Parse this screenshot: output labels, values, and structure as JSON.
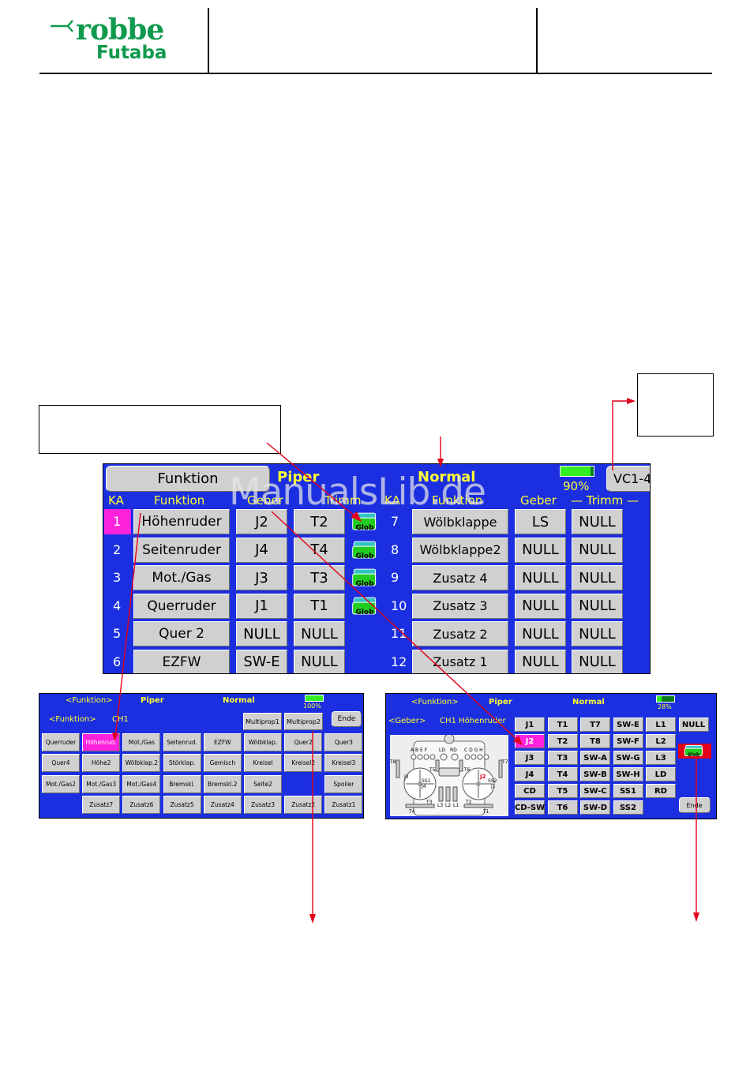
{
  "header": {
    "logo_main": "robbe",
    "logo_sub": "Futaba"
  },
  "watermark": "ManualsLib.de",
  "main_screen": {
    "funktion_button": "Funktion",
    "model_name": "Piper",
    "condition": "Normal",
    "battery": "90%",
    "battery_level": 0.9,
    "vc_button": "VC1-4",
    "headers": {
      "ka": "KA",
      "funktion": "Funktion",
      "geber": "Geber",
      "trimm": "Trimm",
      "ka2": "KA",
      "funktion2": "Funktion",
      "geber2": "Geber",
      "trimm2": "— Trimm —"
    },
    "rows": [
      {
        "ka": "1",
        "funktion": "Höhenruder",
        "geber": "J2",
        "trimm": "T2",
        "glob": "Glob",
        "ka2": "7",
        "funktion2": "Wölbklappe",
        "geber2": "LS",
        "trimm2": "NULL"
      },
      {
        "ka": "2",
        "funktion": "Seitenruder",
        "geber": "J4",
        "trimm": "T4",
        "glob": "Glob",
        "ka2": "8",
        "funktion2": "Wölbklappe2",
        "geber2": "NULL",
        "trimm2": "NULL"
      },
      {
        "ka": "3",
        "funktion": "Mot./Gas",
        "geber": "J3",
        "trimm": "T3",
        "glob": "Glob",
        "ka2": "9",
        "funktion2": "Zusatz 4",
        "geber2": "NULL",
        "trimm2": "NULL"
      },
      {
        "ka": "4",
        "funktion": "Querruder",
        "geber": "J1",
        "trimm": "T1",
        "glob": "Glob",
        "ka2": "10",
        "funktion2": "Zusatz 3",
        "geber2": "NULL",
        "trimm2": "NULL"
      },
      {
        "ka": "5",
        "funktion": "Quer 2",
        "geber": "NULL",
        "trimm": "NULL",
        "glob": "",
        "ka2": "11",
        "funktion2": "Zusatz 2",
        "geber2": "NULL",
        "trimm2": "NULL"
      },
      {
        "ka": "6",
        "funktion": "EZFW",
        "geber": "SW-E",
        "trimm": "NULL",
        "glob": "",
        "ka2": "12",
        "funktion2": "Zusatz 1",
        "geber2": "NULL",
        "trimm2": "NULL"
      }
    ]
  },
  "left_screen": {
    "title": "<Funktion>",
    "model_name": "Piper",
    "condition": "Normal",
    "battery": "100%",
    "battery_level": 1.0,
    "subtitle": "<Funktion>",
    "channel": "CH1",
    "top_buttons": [
      "Multiprop1",
      "Multiprop2"
    ],
    "ende": "Ende",
    "grid": [
      [
        "Querruder",
        "Höhenrud.",
        "Mot./Gas",
        "Seitenrud.",
        "EZFW",
        "Wölbklap.",
        "Quer2",
        "Quer3"
      ],
      [
        "Quer4",
        "Höhe2",
        "Wölbklap.2",
        "Störklap.",
        "Gemisch",
        "Kreisel",
        "Kreisel2",
        "Kreisel3"
      ],
      [
        "Mot./Gas2",
        "Mot./Gas3",
        "Mot./Gas4",
        "Bremskl.",
        "Bremskl.2",
        "Seite2",
        "",
        "Spoiler"
      ],
      [
        "",
        "Zusatz7",
        "Zusatz6",
        "Zusatz5",
        "Zusatz4",
        "Zusatz3",
        "Zusatz2",
        "Zusatz1"
      ]
    ]
  },
  "right_screen": {
    "title": "<Funktion>",
    "model_name": "Piper",
    "condition": "Normal",
    "battery": "28%",
    "battery_level": 0.28,
    "subtitle": "<Geber>",
    "channel": "CH1 Höhenruder",
    "grid": [
      [
        "J1",
        "T1",
        "T7",
        "SW-E",
        "L1",
        "NULL"
      ],
      [
        "J2",
        "T2",
        "T8",
        "SW-F",
        "L2",
        ""
      ],
      [
        "J3",
        "T3",
        "SW-A",
        "SW-G",
        "L3",
        "Glob"
      ],
      [
        "J4",
        "T4",
        "SW-B",
        "SW-H",
        "LD",
        ""
      ],
      [
        "CD",
        "T5",
        "SW-C",
        "SS1",
        "RD",
        ""
      ],
      [
        "CD-SW",
        "T6",
        "SW-D",
        "SS2",
        "",
        "Ende"
      ]
    ],
    "diagram_labels": {
      "abef": "A B E F",
      "ld": "LD",
      "rd": "RD",
      "cdgh": "C D G H",
      "t8": "T8",
      "t5": "T5",
      "t6": "T6",
      "t7": "T7",
      "j3": "J3",
      "j4": "J4",
      "ss1": "SS1",
      "j2": "J2",
      "j1": "J1",
      "ss2": "SS2",
      "t3": "T3",
      "t4": "T4",
      "t2": "T2",
      "t1": "T1",
      "l3": "L3",
      "l2": "L2",
      "l1": "L1"
    }
  },
  "colors": {
    "screen_bg": "#1b2fe0",
    "accent_red": "#e3001b",
    "logo_green": "#0f9a4e",
    "highlight": "#ff22dd"
  }
}
